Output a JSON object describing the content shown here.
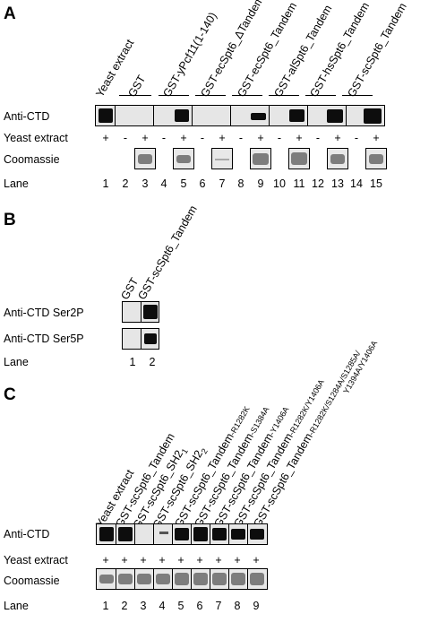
{
  "panels": {
    "a": {
      "letter": "A",
      "headers": [
        "Yeast extract",
        "GST",
        "GST-yPcf11(1-140)",
        "GST-ecSpt6_ΔTandem",
        "GST-ecSpt6_Tandem",
        "GST-alSpt6_Tandem",
        "GST-hsSpt6_Tandem",
        "GST-scSpt6_Tandem"
      ],
      "rows": {
        "anti_ctd": "Anti-CTD",
        "yeast_extract": "Yeast extract",
        "coomassie": "Coomassie",
        "lane": "Lane"
      },
      "yeast_marks": [
        "+",
        "-",
        "+",
        "-",
        "+",
        "-",
        "+",
        "-",
        "+",
        "-",
        "+",
        "-",
        "+",
        "-",
        "+"
      ],
      "lanes": [
        "1",
        "2",
        "3",
        "4",
        "5",
        "6",
        "7",
        "8",
        "9",
        "10",
        "11",
        "12",
        "13",
        "14",
        "15"
      ]
    },
    "b": {
      "letter": "B",
      "headers": [
        "GST",
        "GST-scSpt6_Tandem"
      ],
      "rows": {
        "ser2p": "Anti-CTD Ser2P",
        "ser5p": "Anti-CTD Ser5P",
        "lane": "Lane"
      },
      "lanes": [
        "1",
        "2"
      ]
    },
    "c": {
      "letter": "C",
      "headers": [
        {
          "main": "Yeast extract",
          "suffix": ""
        },
        {
          "main": "GST-scSpt6_Tandem",
          "suffix": ""
        },
        {
          "main": "GST-scSpt6_SH2",
          "suffix": "1"
        },
        {
          "main": "GST-scSpt6_SH2",
          "suffix": "2"
        },
        {
          "main": "GST-scSpt6_Tandem",
          "suffix": "-R1282K"
        },
        {
          "main": "GST-scSpt6_Tandem",
          "suffix": "-S1384A"
        },
        {
          "main": "GST-scSpt6_Tandem",
          "suffix": "-Y1406A"
        },
        {
          "main": "GST-scSpt6_Tandem",
          "suffix": "-R1282K/Y1406A"
        },
        {
          "main": "GST-scSpt6_Tandem",
          "suffix": "-R1282K/S1284A/S1285A/"
        }
      ],
      "extra_line": "Y1394A/Y1406A",
      "rows": {
        "anti_ctd": "Anti-CTD",
        "yeast_extract": "Yeast extract",
        "coomassie": "Coomassie",
        "lane": "Lane"
      },
      "yeast_marks": [
        "+",
        "+",
        "+",
        "+",
        "+",
        "+",
        "+",
        "+",
        "+"
      ],
      "lanes": [
        "1",
        "2",
        "3",
        "4",
        "5",
        "6",
        "7",
        "8",
        "9"
      ]
    }
  }
}
